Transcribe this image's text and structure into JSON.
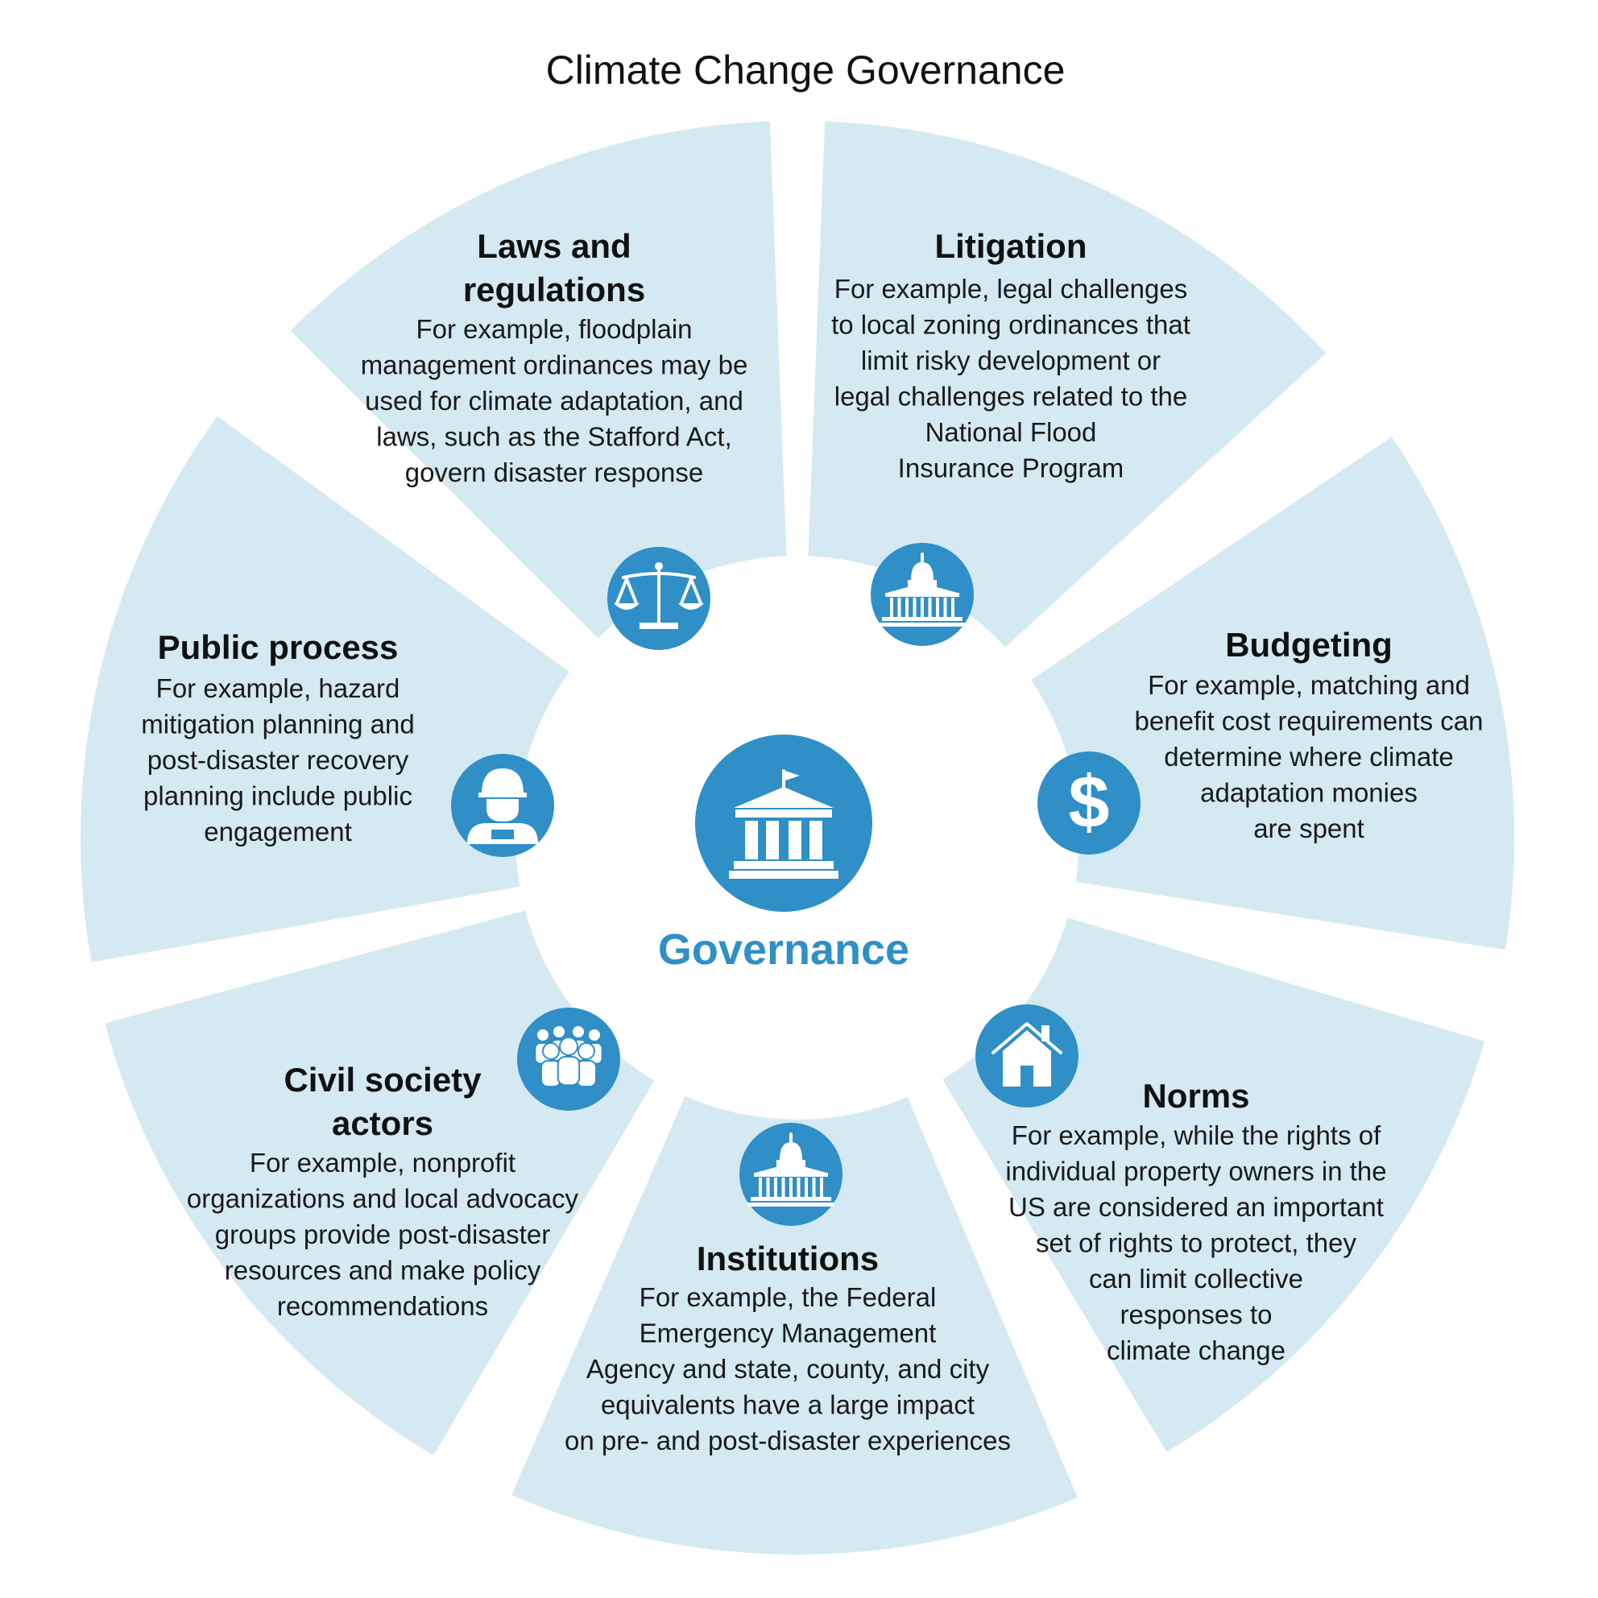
{
  "title": "Climate Change Governance",
  "center": {
    "label": "Governance",
    "icon": "government-building-icon"
  },
  "segments": [
    {
      "id": "laws",
      "title_lines": [
        "Laws and",
        "regulations"
      ],
      "body_lines": [
        "For example, floodplain",
        "management ordinances may be",
        "used for climate adaptation, and",
        "laws, such as the Stafford Act,",
        "govern disaster response"
      ],
      "icon": "scales-icon"
    },
    {
      "id": "litigation",
      "title_lines": [
        "Litigation"
      ],
      "body_lines": [
        "For example, legal challenges",
        "to local zoning ordinances that",
        "limit risky development or",
        "legal challenges related to the",
        "National Flood",
        "Insurance Program"
      ],
      "icon": "capitol-icon"
    },
    {
      "id": "budgeting",
      "title_lines": [
        "Budgeting"
      ],
      "body_lines": [
        "For example, matching and",
        "benefit cost requirements can",
        "determine where climate",
        "adaptation monies",
        "are spent"
      ],
      "icon": "dollar-icon"
    },
    {
      "id": "norms",
      "title_lines": [
        "Norms"
      ],
      "body_lines": [
        "For example, while the rights of",
        "individual property owners in the",
        "US are considered an important",
        "set of rights to protect, they",
        "can limit collective",
        "responses to",
        "climate change"
      ],
      "icon": "house-icon"
    },
    {
      "id": "institutions",
      "title_lines": [
        "Institutions"
      ],
      "body_lines": [
        "For example, the Federal",
        "Emergency Management",
        "Agency and state, county, and city",
        "equivalents have a large impact",
        "on pre- and post-disaster experiences"
      ],
      "icon": "capitol-icon"
    },
    {
      "id": "civil",
      "title_lines": [
        "Civil society",
        "actors"
      ],
      "body_lines": [
        "For example, nonprofit",
        "organizations and local advocacy",
        "groups provide post-disaster",
        "resources and make policy",
        "recommendations"
      ],
      "icon": "crowd-icon"
    },
    {
      "id": "public",
      "title_lines": [
        "Public process"
      ],
      "body_lines": [
        "For example, hazard",
        "mitigation planning and",
        "post-disaster recovery",
        "planning include public",
        "engagement"
      ],
      "icon": "worker-icon"
    }
  ],
  "colors": {
    "segment": "#d4e9f2",
    "accent": "#2f8fc6",
    "text": "#111111"
  }
}
